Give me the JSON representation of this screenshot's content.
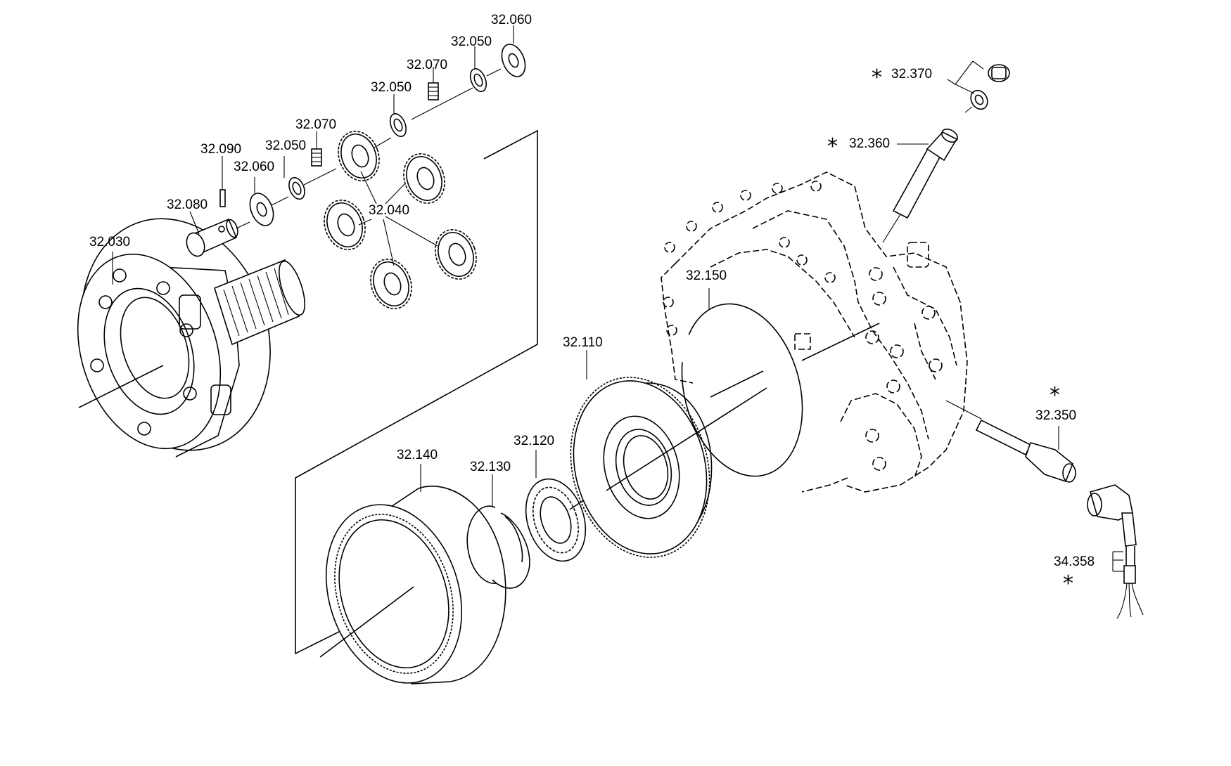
{
  "diagram": {
    "labels": {
      "p32_060_top": "32.060",
      "p32_050_right": "32.050",
      "p32_070_right": "32.070",
      "p32_050_mid": "32.050",
      "p32_070_left": "32.070",
      "p32_090": "32.090",
      "p32_050_left": "32.050",
      "p32_060_left": "32.060",
      "p32_080": "32.080",
      "p32_030": "32.030",
      "p32_040": "32.040",
      "p32_150": "32.150",
      "p32_110": "32.110",
      "p32_140": "32.140",
      "p32_130": "32.130",
      "p32_120": "32.120",
      "p32_370": "32.370",
      "p32_360": "32.360",
      "p32_350": "32.350",
      "p34_358": "34.358"
    },
    "asterisk": "*"
  }
}
